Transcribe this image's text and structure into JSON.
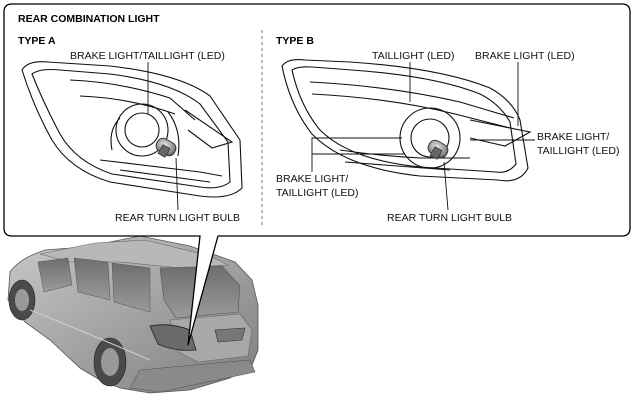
{
  "title": "REAR COMBINATION LIGHT",
  "type_a": {
    "heading": "TYPE A",
    "brake_taillight": "BRAKE LIGHT/TAILLIGHT (LED)",
    "rear_turn": "REAR TURN LIGHT BULB"
  },
  "type_b": {
    "heading": "TYPE B",
    "taillight": "TAILLIGHT (LED)",
    "brake_light": "BRAKE LIGHT (LED)",
    "brake_taillight_right_1": "BRAKE LIGHT/",
    "brake_taillight_right_2": "TAILLIGHT (LED)",
    "brake_taillight_left_1": "BRAKE LIGHT/",
    "brake_taillight_left_2": "TAILLIGHT (LED)",
    "rear_turn": "REAR TURN LIGHT BULB"
  },
  "colors": {
    "car_body": "#9a9a9a",
    "callout_border": "#000000",
    "bulb": "#7a7a7a"
  }
}
